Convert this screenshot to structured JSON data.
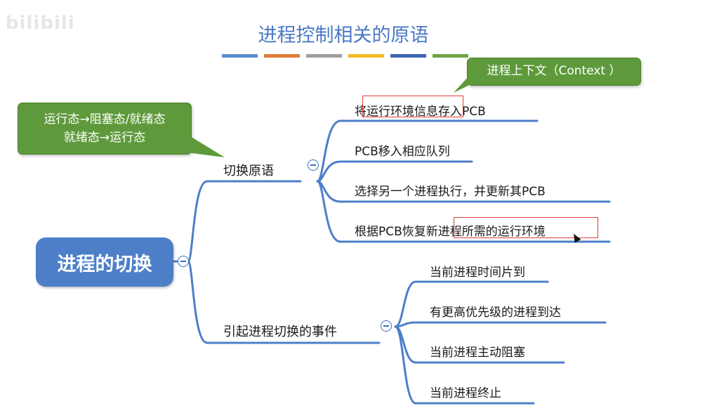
{
  "watermark": "bilibili",
  "title": "进程控制相关的原语",
  "color_bar": [
    "#5b8fd0",
    "#e07b39",
    "#a0a0a0",
    "#f2bb2a",
    "#3f66b5",
    "#6da644"
  ],
  "root": {
    "label": "进程的切换"
  },
  "branches": [
    {
      "label": "切换原语",
      "children": [
        "将运行环境信息存入PCB",
        "PCB移入相应队列",
        "选择另一个进程执行，并更新其PCB",
        "根据PCB恢复新进程所需的运行环境"
      ]
    },
    {
      "label": "引起进程切换的事件",
      "children": [
        "当前进程时间片到",
        "有更高优先级的进程到达",
        "当前进程主动阻塞",
        "当前进程终止"
      ]
    }
  ],
  "callouts": {
    "states": {
      "line1": "运行态→阻塞态/就绪态",
      "line2": "就绪态→运行态"
    },
    "context": {
      "text": "进程上下文（Context ）"
    }
  },
  "colors": {
    "line": "#4d7fc9",
    "callout": "#5e9a3b",
    "highlight": "#e0403a"
  }
}
